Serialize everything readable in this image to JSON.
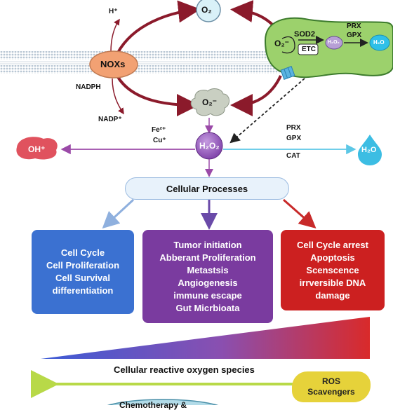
{
  "colors": {
    "nox": "#f2a173",
    "dark_red": "#8b1a2b",
    "mito": "#9cd16c",
    "mito_border": "#3c7b2c",
    "h2o2": "#9b59b6",
    "blue_box": "#3b71d1",
    "purple_box": "#7a3b9f",
    "red_box": "#cc2020",
    "ros_yellow": "#e6d23a",
    "h2o_blue": "#3cbde3",
    "oh_red": "#e0525e"
  },
  "top": {
    "h_plus": "H⁺",
    "o2": "O₂",
    "nox": "NOXs",
    "nadph": "NADPH",
    "nadp": "NADP⁺",
    "superoxide": "O₂⁻"
  },
  "mito": {
    "o2_minus": "O₂⁻",
    "sod2": "SOD2",
    "etc": "ETC",
    "h2o2": "H₂O₂",
    "prx": "PRX",
    "gpx": "GPX",
    "h2o": "H₂O"
  },
  "middle": {
    "fe": "Fe²⁺",
    "cu": "Cu⁺",
    "h2o2": "H₂O₂",
    "oh": "OH⁺",
    "prx": "PRX",
    "gpx": "GPX",
    "cat": "CAT",
    "h2o": "H₂O"
  },
  "cellular_processes": "Cellular Processes",
  "boxes": {
    "left": [
      "Cell Cycle",
      "Cell Proliferation",
      "Cell Survival",
      "differentiation"
    ],
    "middle": [
      "Tumor initiation",
      "Abberant Proliferation",
      "Metastsis",
      "Angiogenesis",
      "immune escape",
      "Gut Micrbioata"
    ],
    "right": [
      "Cell Cycle arrest",
      "Apoptosis",
      "Scenscence",
      "irrversible DNA",
      "damage"
    ]
  },
  "bottom": {
    "ros_label": "Cellular reactive oxygen species",
    "scavengers": [
      "ROS",
      "Scavengers"
    ],
    "chemo": "Chemotherapy &"
  }
}
